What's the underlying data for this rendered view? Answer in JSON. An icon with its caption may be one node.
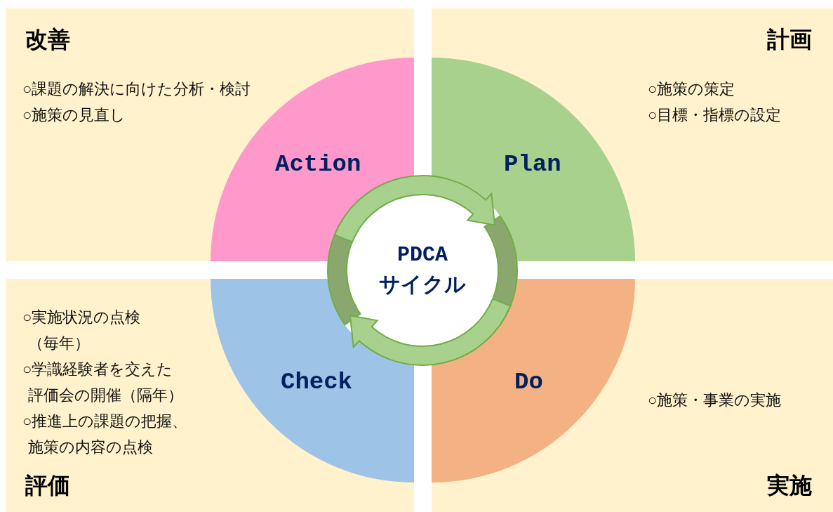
{
  "diagram": {
    "nodes": [
      {
        "text": [
          "改善",
          "○課題の解決に向けた分析・検討",
          "○施策の見直し"
        ]
      },
      {
        "text": [
          "Action"
        ],
        "in": 0
      },
      {
        "text": [
          "計画",
          "○施策の策定",
          "○目標・指標の設定"
        ]
      },
      {
        "text": [
          "Plan"
        ],
        "in": 2
      },
      {
        "text": [
          "PDCA サイクル"
        ]
      },
      {
        "text": [
          "○実施状況の点検（毎年）",
          "○学識経験者を交えた評価会の開催（隔年）",
          "○推進上の課題の把握、施策の内容の点検",
          "評価"
        ]
      },
      {
        "text": [
          "Check"
        ],
        "in": 5
      },
      {
        "text": [
          "○施策・事業の実施",
          "実施"
        ]
      },
      {
        "text": [
          "Do"
        ],
        "in": 7
      }
    ]
  }
}
